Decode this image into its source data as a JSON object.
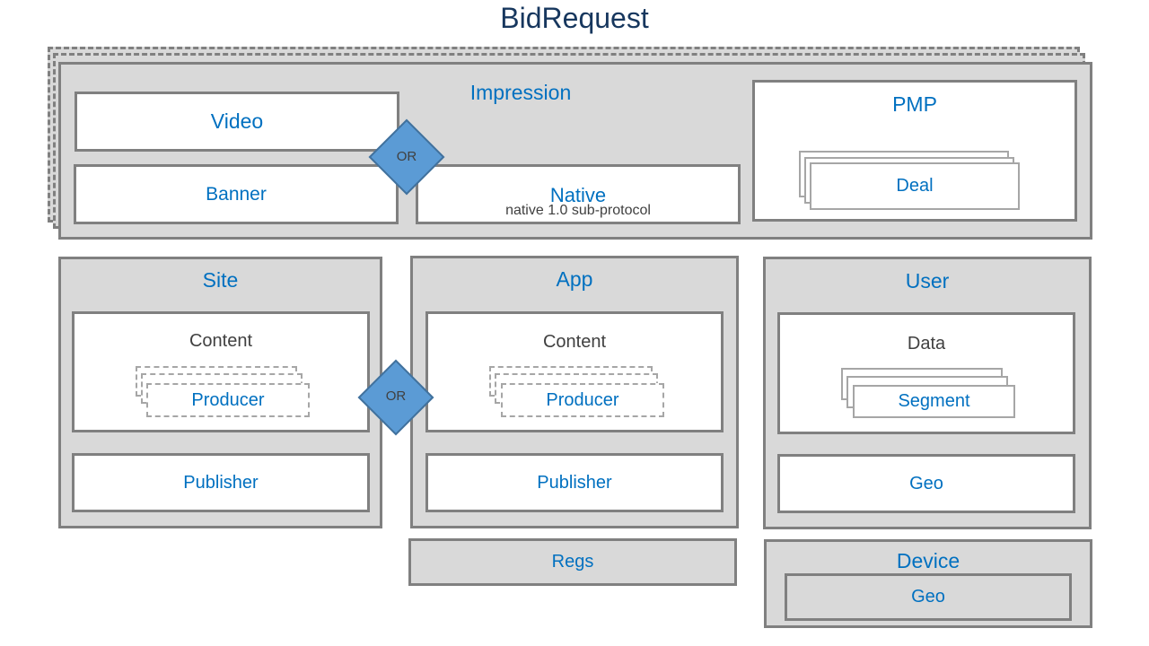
{
  "title": "BidRequest",
  "impression": {
    "label": "Impression",
    "video": "Video",
    "banner": "Banner",
    "or": "OR",
    "native": "Native",
    "native_sub": "native 1.0 sub-protocol",
    "pmp": {
      "label": "PMP",
      "deal": "Deal"
    }
  },
  "site": {
    "label": "Site",
    "content": "Content",
    "producer": "Producer",
    "publisher": "Publisher"
  },
  "or_site_app": "OR",
  "app": {
    "label": "App",
    "content": "Content",
    "producer": "Producer",
    "publisher": "Publisher"
  },
  "user": {
    "label": "User",
    "data": "Data",
    "segment": "Segment",
    "geo": "Geo"
  },
  "regs": "Regs",
  "device": {
    "label": "Device",
    "geo": "Geo"
  },
  "colors": {
    "container_fill": "#d9d9d9",
    "border": "#808080",
    "accent_blue": "#0070c0",
    "diamond_fill": "#5b9bd5",
    "title": "#17375e"
  }
}
